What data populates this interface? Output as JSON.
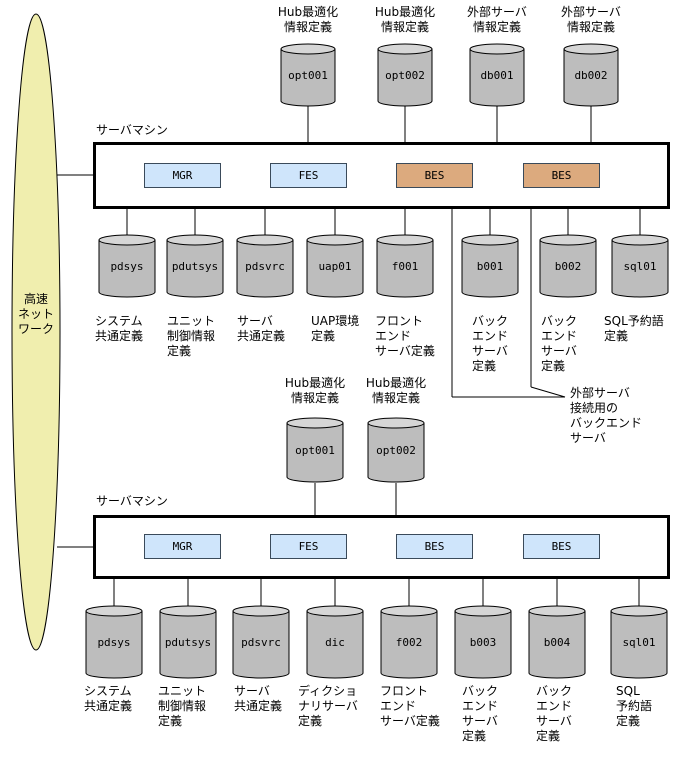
{
  "network": {
    "label": "高速\nネット\nワーク"
  },
  "machine_label": "サーバマシン",
  "colors": {
    "network_fill": "#f0eeae",
    "std_server": "#cfe5fb",
    "ext_backend": "#dcaa7e",
    "disk": "#bdbdbd"
  },
  "top": {
    "disks_above": [
      {
        "id": "opt001",
        "caption": "Hub最適化\n情報定義"
      },
      {
        "id": "opt002",
        "caption": "Hub最適化\n情報定義"
      },
      {
        "id": "db001",
        "caption": "外部サーバ\n情報定義"
      },
      {
        "id": "db002",
        "caption": "外部サーバ\n情報定義"
      }
    ],
    "servers": [
      "MGR",
      "FES",
      "BES",
      "BES"
    ],
    "disks_below": [
      {
        "id": "pdsys",
        "caption": "システム\n共通定義"
      },
      {
        "id": "pdutsys",
        "caption": "ユニット\n制御情報\n定義"
      },
      {
        "id": "pdsvrc",
        "caption": "サーバ\n共通定義"
      },
      {
        "id": "uap01",
        "caption": "UAP環境\n定義"
      },
      {
        "id": "f001",
        "caption": "フロント\nエンド\nサーバ定義"
      },
      {
        "id": "b001",
        "caption": "バック\nエンド\nサーバ\n定義"
      },
      {
        "id": "b002",
        "caption": "バック\nエンド\nサーバ\n定義"
      },
      {
        "id": "sql01",
        "caption": "SQL予約語\n定義"
      }
    ],
    "callout": "外部サーバ\n接続用の\nバックエンド\nサーバ"
  },
  "bottom": {
    "disks_above": [
      {
        "id": "opt001",
        "caption": "Hub最適化\n情報定義"
      },
      {
        "id": "opt002",
        "caption": "Hub最適化\n情報定義"
      }
    ],
    "servers": [
      "MGR",
      "FES",
      "BES",
      "BES"
    ],
    "disks_below": [
      {
        "id": "pdsys",
        "caption": "システム\n共通定義"
      },
      {
        "id": "pdutsys",
        "caption": "ユニット\n制御情報\n定義"
      },
      {
        "id": "pdsvrc",
        "caption": "サーバ\n共通定義"
      },
      {
        "id": "dic",
        "caption": "ディクショ\nナリサーバ\n定義"
      },
      {
        "id": "f002",
        "caption": "フロント\nエンド\nサーバ定義"
      },
      {
        "id": "b003",
        "caption": "バック\nエンド\nサーバ\n定義"
      },
      {
        "id": "b004",
        "caption": "バック\nエンド\nサーバ\n定義"
      },
      {
        "id": "sql01",
        "caption": "SQL\n予約語\n定義"
      }
    ]
  }
}
